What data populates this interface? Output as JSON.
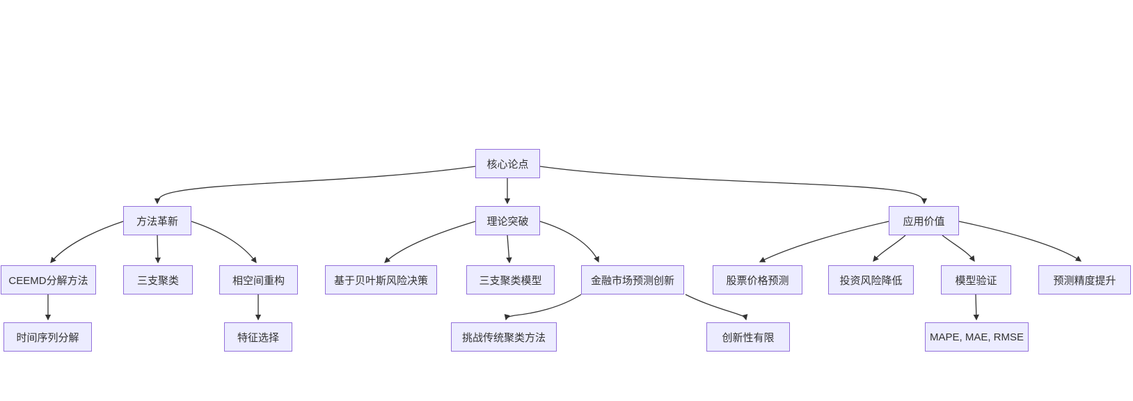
{
  "diagram": {
    "type": "flowchart-top-down",
    "background_color": "#ffffff",
    "node_fill_color": "#ECECFF",
    "node_border_color": "#9370DB",
    "edge_color": "#333333",
    "text_color": "#333333"
  },
  "nodes": {
    "root": {
      "label": "核心论点"
    },
    "method": {
      "label": "方法革新"
    },
    "theory": {
      "label": "理论突破"
    },
    "application": {
      "label": "应用价值"
    },
    "ceemd": {
      "label": "CEEMD分解方法"
    },
    "three_way": {
      "label": "三支聚类"
    },
    "phase_space": {
      "label": "相空间重构"
    },
    "bayes": {
      "label": "基于贝叶斯风险决策"
    },
    "twc_model": {
      "label": "三支聚类模型"
    },
    "fin_innovation": {
      "label": "金融市场预测创新"
    },
    "stock": {
      "label": "股票价格预测"
    },
    "risk": {
      "label": "投资风险降低"
    },
    "validation": {
      "label": "模型验证"
    },
    "precision": {
      "label": "预测精度提升"
    },
    "time_series": {
      "label": "时间序列分解"
    },
    "feature": {
      "label": "特征选择"
    },
    "challenge": {
      "label": "挑战传统聚类方法"
    },
    "limited": {
      "label": "创新性有限"
    },
    "metrics": {
      "label": "MAPE, MAE, RMSE"
    }
  },
  "edges": [
    {
      "from": "root",
      "to": "method"
    },
    {
      "from": "root",
      "to": "theory"
    },
    {
      "from": "root",
      "to": "application"
    },
    {
      "from": "method",
      "to": "ceemd"
    },
    {
      "from": "method",
      "to": "three_way"
    },
    {
      "from": "method",
      "to": "phase_space"
    },
    {
      "from": "ceemd",
      "to": "time_series"
    },
    {
      "from": "phase_space",
      "to": "feature"
    },
    {
      "from": "theory",
      "to": "bayes"
    },
    {
      "from": "theory",
      "to": "twc_model"
    },
    {
      "from": "theory",
      "to": "fin_innovation"
    },
    {
      "from": "fin_innovation",
      "to": "challenge"
    },
    {
      "from": "fin_innovation",
      "to": "limited"
    },
    {
      "from": "application",
      "to": "stock"
    },
    {
      "from": "application",
      "to": "risk"
    },
    {
      "from": "application",
      "to": "validation"
    },
    {
      "from": "application",
      "to": "precision"
    },
    {
      "from": "validation",
      "to": "metrics"
    }
  ]
}
